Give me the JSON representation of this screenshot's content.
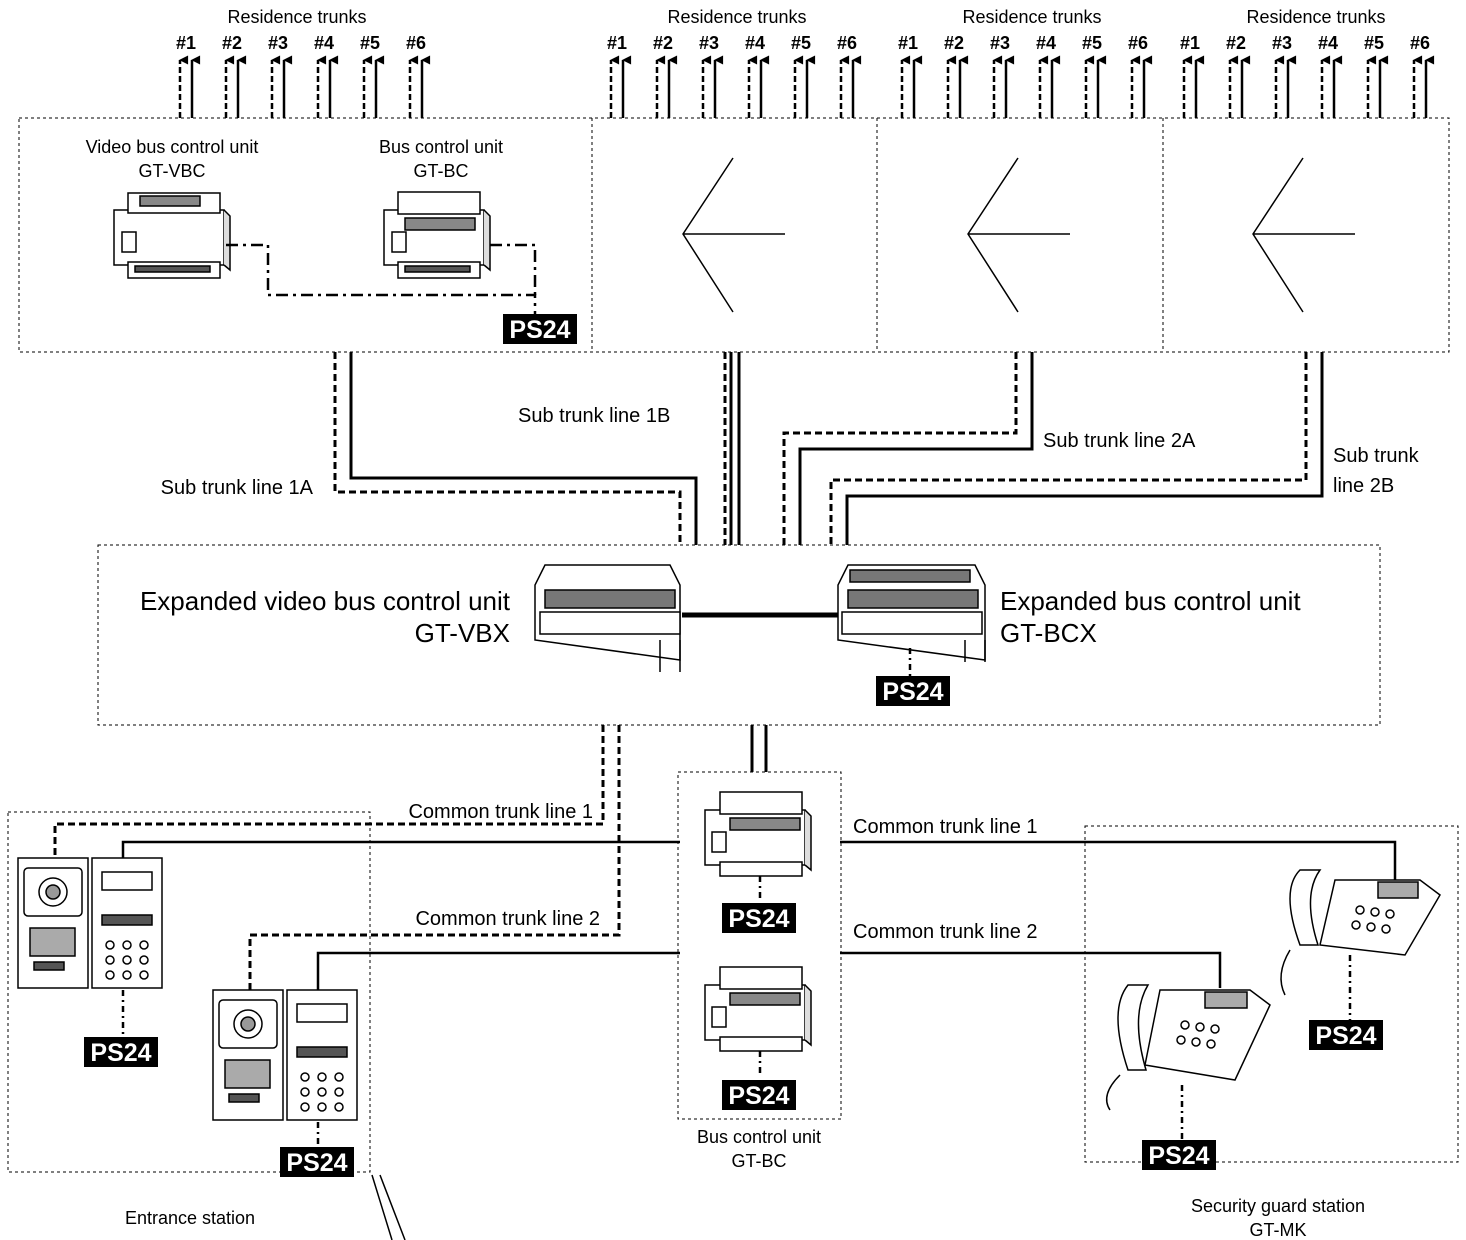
{
  "residence": {
    "title": "Residence trunks",
    "trunk_numbers": [
      "#1",
      "#2",
      "#3",
      "#4",
      "#5",
      "#6"
    ]
  },
  "top_units": {
    "video_bus_label": "Video bus control unit",
    "video_bus_model": "GT-VBC",
    "bus_label": "Bus control unit",
    "bus_model": "GT-BC"
  },
  "sub_trunks": {
    "line_1a": "Sub trunk line 1A",
    "line_1b": "Sub trunk line 1B",
    "line_2a": "Sub trunk line 2A",
    "line_2b_line1": "Sub trunk",
    "line_2b_line2": "line 2B"
  },
  "expanded": {
    "video_label": "Expanded video bus control unit",
    "video_model": "GT-VBX",
    "bus_label": "Expanded bus control unit",
    "bus_model": "GT-BCX"
  },
  "common": {
    "line_1": "Common trunk line 1",
    "line_2": "Common trunk line 2"
  },
  "bottom": {
    "bus_label": "Bus control unit",
    "bus_model": "GT-BC",
    "entrance_label": "Entrance station",
    "guard_label": "Security guard station",
    "guard_model": "GT-MK"
  },
  "power_label": "PS24"
}
